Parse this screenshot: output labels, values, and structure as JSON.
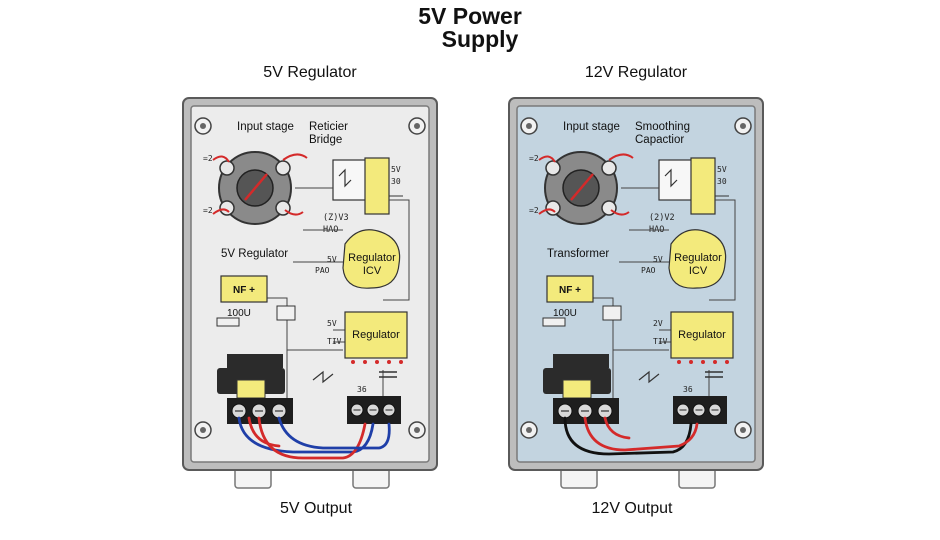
{
  "title": {
    "line1": "5V Power",
    "line2": "Supply"
  },
  "colors": {
    "left_panel_fill": "#ececec",
    "right_panel_fill": "#c3d4e0",
    "component_yellow": "#f3ea7c",
    "wire_red": "#d42a2a",
    "wire_blue": "#1f3fa8",
    "wire_black": "#111111"
  },
  "panels": [
    {
      "heading": "5V Regulator",
      "caption": "5V Output",
      "labels": {
        "input_stage": "Input stage",
        "bridge_line1": "Reticier",
        "bridge_line2": "Bridge",
        "mid_label": "5V Regulator",
        "reg_round_line1": "Regulator",
        "reg_round_line2": "ICV",
        "reg_box": "Regulator",
        "nf_box": "NF +",
        "cap_value": "100U",
        "v1": "5V",
        "v2": "30",
        "zv": "(Z)V3",
        "hao": "HAO",
        "pin_5v": "5V",
        "pin_pao": "PAO",
        "pin_5v_b": "5V",
        "pin_tiv": "TIV",
        "term_num": "36",
        "top_left_a": "=2",
        "top_left_b": "=2"
      }
    },
    {
      "heading": "12V Regulator",
      "caption": "12V Output",
      "labels": {
        "input_stage": "Input stage",
        "bridge_line1": "Smoothing",
        "bridge_line2": "Capactior",
        "mid_label": "Transformer",
        "reg_round_line1": "Regulator",
        "reg_round_line2": "ICV",
        "reg_box": "Regulator",
        "nf_box": "NF +",
        "cap_value": "100U",
        "v1": "5V",
        "v2": "30",
        "zv": "(2)V2",
        "hao": "HAO",
        "pin_5v": "5V",
        "pin_pao": "PAO",
        "pin_5v_b": "2V",
        "pin_tiv": "TIV",
        "term_num": "36",
        "top_left_a": "=2",
        "top_left_b": "=2"
      }
    }
  ]
}
